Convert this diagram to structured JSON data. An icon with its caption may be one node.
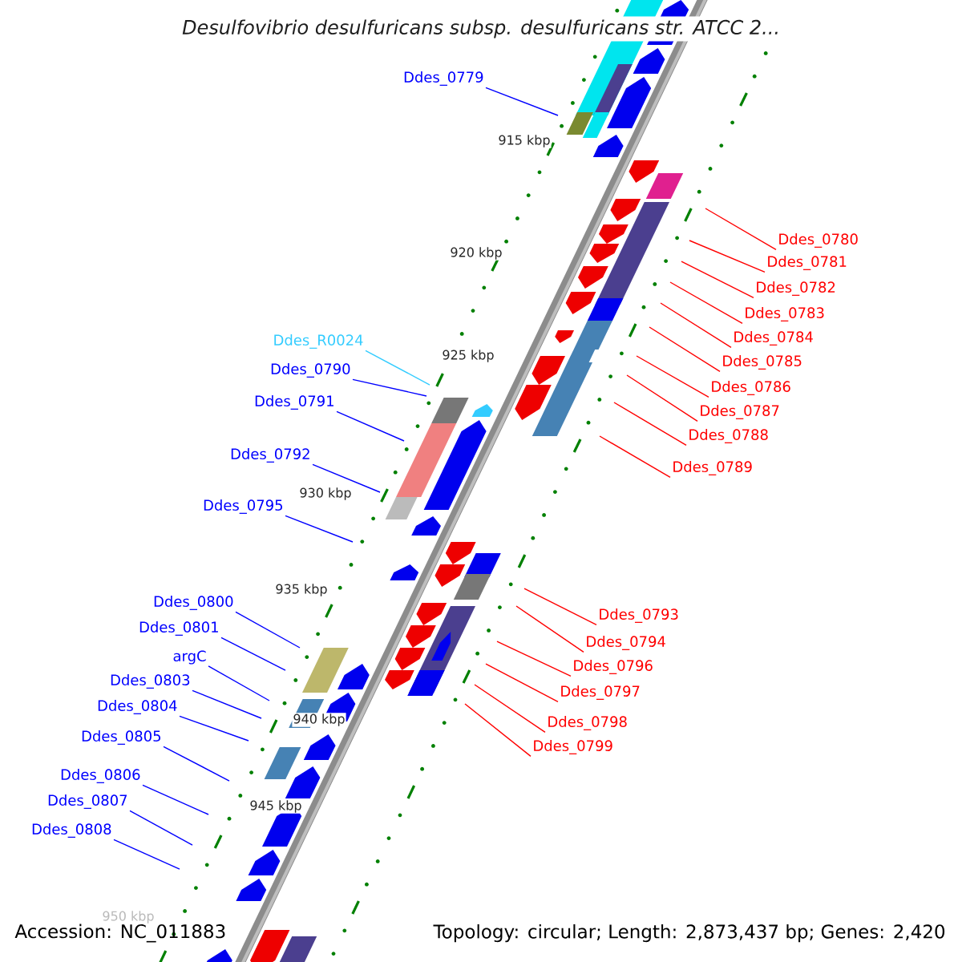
{
  "diagram": {
    "title": "Desulfovibrio desulfuricans subsp. desulfuricans str. ATCC 2...",
    "nodes": [
      {
        "text": [
          "Ddes_0779"
        ]
      },
      {
        "text": [
          "Ddes_0780"
        ]
      },
      {
        "text": [
          "Ddes_0781"
        ]
      },
      {
        "text": [
          "Ddes_0782"
        ]
      },
      {
        "text": [
          "Ddes_0783"
        ]
      },
      {
        "text": [
          "Ddes_0784"
        ]
      },
      {
        "text": [
          "Ddes_R0024"
        ]
      },
      {
        "text": [
          "Ddes_0785"
        ]
      },
      {
        "text": [
          "Ddes_0790"
        ]
      },
      {
        "text": [
          "Ddes_0786"
        ]
      },
      {
        "text": [
          "Ddes_0791"
        ]
      },
      {
        "text": [
          "Ddes_0787"
        ]
      },
      {
        "text": [
          "Ddes_0788"
        ]
      },
      {
        "text": [
          "Ddes_0792"
        ]
      },
      {
        "text": [
          "Ddes_0789"
        ]
      },
      {
        "text": [
          "Ddes_0795"
        ]
      },
      {
        "text": [
          "Ddes_0800"
        ]
      },
      {
        "text": [
          "Ddes_0793"
        ]
      },
      {
        "text": [
          "Ddes_0801"
        ]
      },
      {
        "text": [
          "Ddes_0794"
        ]
      },
      {
        "text": [
          "argC"
        ]
      },
      {
        "text": [
          "Ddes_0796"
        ]
      },
      {
        "text": [
          "Ddes_0803"
        ]
      },
      {
        "text": [
          "Ddes_0797"
        ]
      },
      {
        "text": [
          "Ddes_0804"
        ]
      },
      {
        "text": [
          "Ddes_0798"
        ]
      },
      {
        "text": [
          "Ddes_0805"
        ]
      },
      {
        "text": [
          "Ddes_0799"
        ]
      },
      {
        "text": [
          "Ddes_0806"
        ]
      },
      {
        "text": [
          "Ddes_0807"
        ]
      },
      {
        "text": [
          "Ddes_0808"
        ]
      }
    ],
    "edges": [
      {
        "from": 0,
        "to": null,
        "arrow": "none",
        "color": "#0000ff"
      },
      {
        "from": 1,
        "to": null,
        "arrow": "none"
      },
      {
        "from": 2,
        "to": null,
        "arrow": "none"
      },
      {
        "from": 3,
        "to": null,
        "arrow": "none"
      },
      {
        "from": 4,
        "to": null,
        "arrow": "none"
      },
      {
        "from": 5,
        "to": null,
        "arrow": "none"
      },
      {
        "from": 6,
        "to": null,
        "arrow": "none",
        "color": "#33ccff"
      },
      {
        "from": 7,
        "to": null,
        "arrow": "none"
      },
      {
        "from": 8,
        "to": null,
        "arrow": "none",
        "color": "#0000ff"
      },
      {
        "from": 9,
        "to": null,
        "arrow": "none"
      },
      {
        "from": 10,
        "to": null,
        "arrow": "none",
        "color": "#0000ff"
      },
      {
        "from": 11,
        "to": null,
        "arrow": "none"
      },
      {
        "from": 12,
        "to": null,
        "arrow": "none"
      },
      {
        "from": 13,
        "to": null,
        "arrow": "none",
        "color": "#0000ff"
      },
      {
        "from": 14,
        "to": null,
        "arrow": "none"
      },
      {
        "from": 15,
        "to": null,
        "arrow": "none",
        "color": "#0000ff"
      },
      {
        "from": 16,
        "to": null,
        "arrow": "none",
        "color": "#0000ff"
      },
      {
        "from": 17,
        "to": null,
        "arrow": "none"
      },
      {
        "from": 18,
        "to": null,
        "arrow": "none",
        "color": "#0000ff"
      },
      {
        "from": 19,
        "to": null,
        "arrow": "none"
      },
      {
        "from": 20,
        "to": null,
        "arrow": "none",
        "color": "#0000ff"
      },
      {
        "from": 21,
        "to": null,
        "arrow": "none"
      },
      {
        "from": 22,
        "to": null,
        "arrow": "none",
        "color": "#0000ff"
      },
      {
        "from": 23,
        "to": null,
        "arrow": "none"
      },
      {
        "from": 24,
        "to": null,
        "arrow": "none",
        "color": "#0000ff"
      },
      {
        "from": 25,
        "to": null,
        "arrow": "none"
      },
      {
        "from": 26,
        "to": null,
        "arrow": "none",
        "color": "#0000ff"
      },
      {
        "from": 27,
        "to": null,
        "arrow": "none"
      },
      {
        "from": 28,
        "to": null,
        "arrow": "none",
        "color": "#0000ff"
      },
      {
        "from": 29,
        "to": null,
        "arrow": "none",
        "color": "#0000ff"
      },
      {
        "from": 30,
        "to": null,
        "arrow": "none",
        "color": "#0000ff"
      }
    ],
    "labels": [
      "915 kbp",
      "920 kbp",
      "925 kbp",
      "930 kbp",
      "935 kbp",
      "940 kbp",
      "945 kbp",
      "950 kbp",
      "Accession: NC_011883",
      "Topology: circular; Length: 2,873,437 bp; Genes: 2,420"
    ]
  }
}
